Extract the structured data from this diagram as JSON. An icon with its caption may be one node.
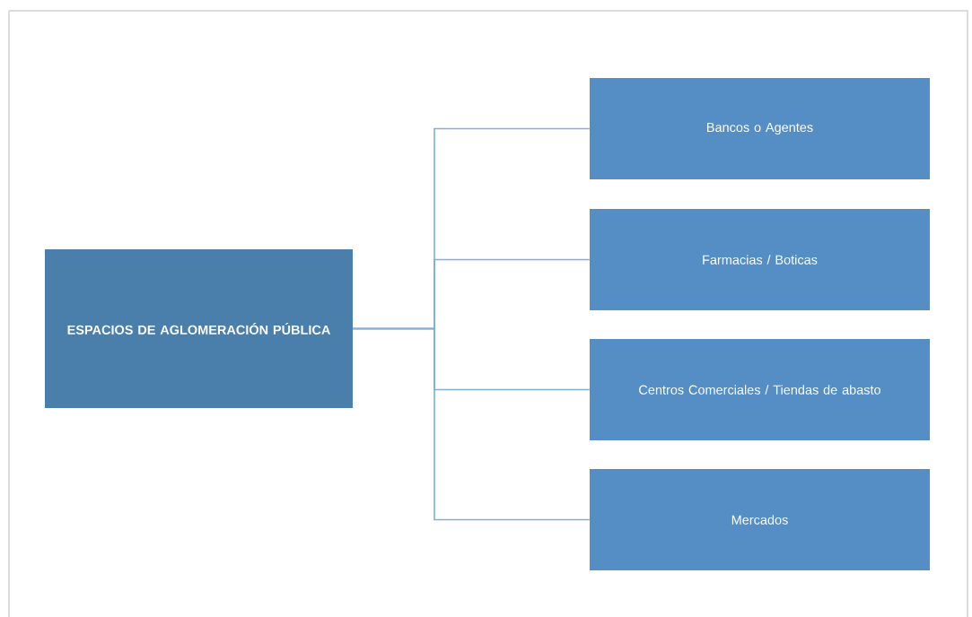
{
  "diagram": {
    "nodes": [
      {
        "text": [
          "ESPACIOS DE AGLOMERACIÓN PÚBLICA"
        ]
      },
      {
        "text": [
          "Bancos o Agentes"
        ]
      },
      {
        "text": [
          "Farmacias / Boticas"
        ]
      },
      {
        "text": [
          "Centros Comerciales / Tiendas de abasto"
        ]
      },
      {
        "text": [
          "Mercados"
        ]
      }
    ],
    "edges": [
      {
        "from": 0,
        "to": 1,
        "arrow": "none"
      },
      {
        "from": 0,
        "to": 2,
        "arrow": "none"
      },
      {
        "from": 0,
        "to": 3,
        "arrow": "none"
      },
      {
        "from": 0,
        "to": 4,
        "arrow": "none"
      }
    ]
  }
}
